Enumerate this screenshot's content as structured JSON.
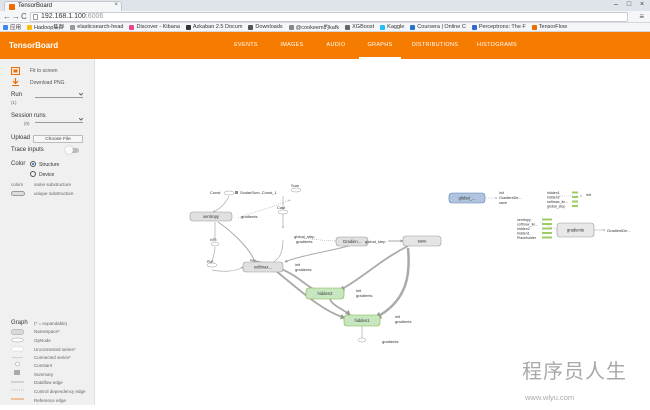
{
  "browser": {
    "tab_title": "TensorBoard",
    "tab_close": "×",
    "window_controls": [
      "–",
      "□",
      "×"
    ],
    "nav_icons": [
      "←",
      "→",
      "C"
    ],
    "url_host": "192.168.1.100",
    "url_port": ":6006",
    "menu_icon": "≡",
    "bookmarks": [
      {
        "label": "应用",
        "color": "#4285f4"
      },
      {
        "label": "Hadoop集群",
        "color": "#fbbc05"
      },
      {
        "label": "elasticsearch-head",
        "color": "#999999"
      },
      {
        "label": "Discover - Kibana",
        "color": "#e8478b"
      },
      {
        "label": "Azkaban 2.5 Docum",
        "color": "#333333"
      },
      {
        "label": "Downloads",
        "color": "#555555"
      },
      {
        "label": "@cookeem的kafk",
        "color": "#888888"
      },
      {
        "label": "XGBoost",
        "color": "#666666"
      },
      {
        "label": "Kaggle",
        "color": "#20beff"
      },
      {
        "label": "Coursera | Online C",
        "color": "#2a73cc"
      },
      {
        "label": "Perceptrons: The F",
        "color": "#3367d6"
      },
      {
        "label": "TensorFlow",
        "color": "#ef6c00"
      }
    ]
  },
  "header": {
    "title": "TensorBoard",
    "tabs": [
      {
        "label": "EVENTS",
        "active": false
      },
      {
        "label": "IMAGES",
        "active": false
      },
      {
        "label": "AUDIO",
        "active": false
      },
      {
        "label": "GRAPHS",
        "active": true
      },
      {
        "label": "DISTRIBUTIONS",
        "active": false
      },
      {
        "label": "HISTOGRAMS",
        "active": false
      }
    ]
  },
  "sidebar": {
    "fit_to_screen": "Fit to screen",
    "download_png": "Download PNG",
    "run_label": "Run",
    "run_count": "(1)",
    "session_runs_label": "Session runs",
    "session_runs_count": "(0)",
    "upload_label": "Upload",
    "choose_file": "Choose File",
    "trace_inputs_label": "Trace inputs",
    "color_label": "Color",
    "color_option_structure": "Structure",
    "color_option_device": "Device",
    "colors_label": "colors",
    "same_substructure": "same substructure",
    "unique_substructure": "unique substructure",
    "graph_label": "Graph",
    "graph_expandable": "(* = expandable)",
    "legend": [
      {
        "label": "Namespace*",
        "shape": "namespace"
      },
      {
        "label": "OpNode",
        "shape": "opnode"
      },
      {
        "label": "Unconnected series*",
        "shape": "unconnected"
      },
      {
        "label": "Connected series*",
        "shape": "connected"
      },
      {
        "label": "Constant",
        "shape": "constant"
      },
      {
        "label": "Summary",
        "shape": "summary"
      },
      {
        "label": "Dataflow edge",
        "shape": "dataflow"
      },
      {
        "label": "Control dependency edge",
        "shape": "control"
      },
      {
        "label": "Reference edge",
        "shape": "reference"
      }
    ]
  },
  "graph": {
    "nodes": [
      {
        "label": "xentropy",
        "kind": "namespace"
      },
      {
        "label": "softmax...",
        "kind": "namespace"
      },
      {
        "label": "Gradien...",
        "kind": "namespace"
      },
      {
        "label": "save",
        "kind": "namespace"
      },
      {
        "label": "hidden2",
        "kind": "namespace-green"
      },
      {
        "label": "hidden1",
        "kind": "namespace-green"
      },
      {
        "label": "global_...",
        "kind": "namespace-blue"
      },
      {
        "label": "gradients",
        "kind": "namespace"
      }
    ],
    "labels": {
      "const": "Const",
      "scalar_summary": "ScalarSum..Const_1",
      "sum": "Sum",
      "cast": "Cast",
      "gradients": "gradients",
      "global_step": "global_step",
      "init": "init",
      "inTo": "inTo",
      "pl": "Pla...",
      "glob_step": "global_step",
      "init_gradients": [
        "init",
        "GradientDe...",
        "save"
      ],
      "save_list": [
        "init",
        "GradientDe...",
        "save"
      ],
      "hidden_list": [
        "hidden1",
        "hidden2",
        "softmax_lin...",
        "global_step"
      ],
      "right_group": [
        "xentropy",
        "softmax_lin...",
        "hidden2",
        "hidden1",
        "Placeholder"
      ],
      "gradientde": "GradientDe..."
    }
  },
  "watermark": {
    "text": "程序员人生",
    "url": "www.wlyu.com"
  }
}
